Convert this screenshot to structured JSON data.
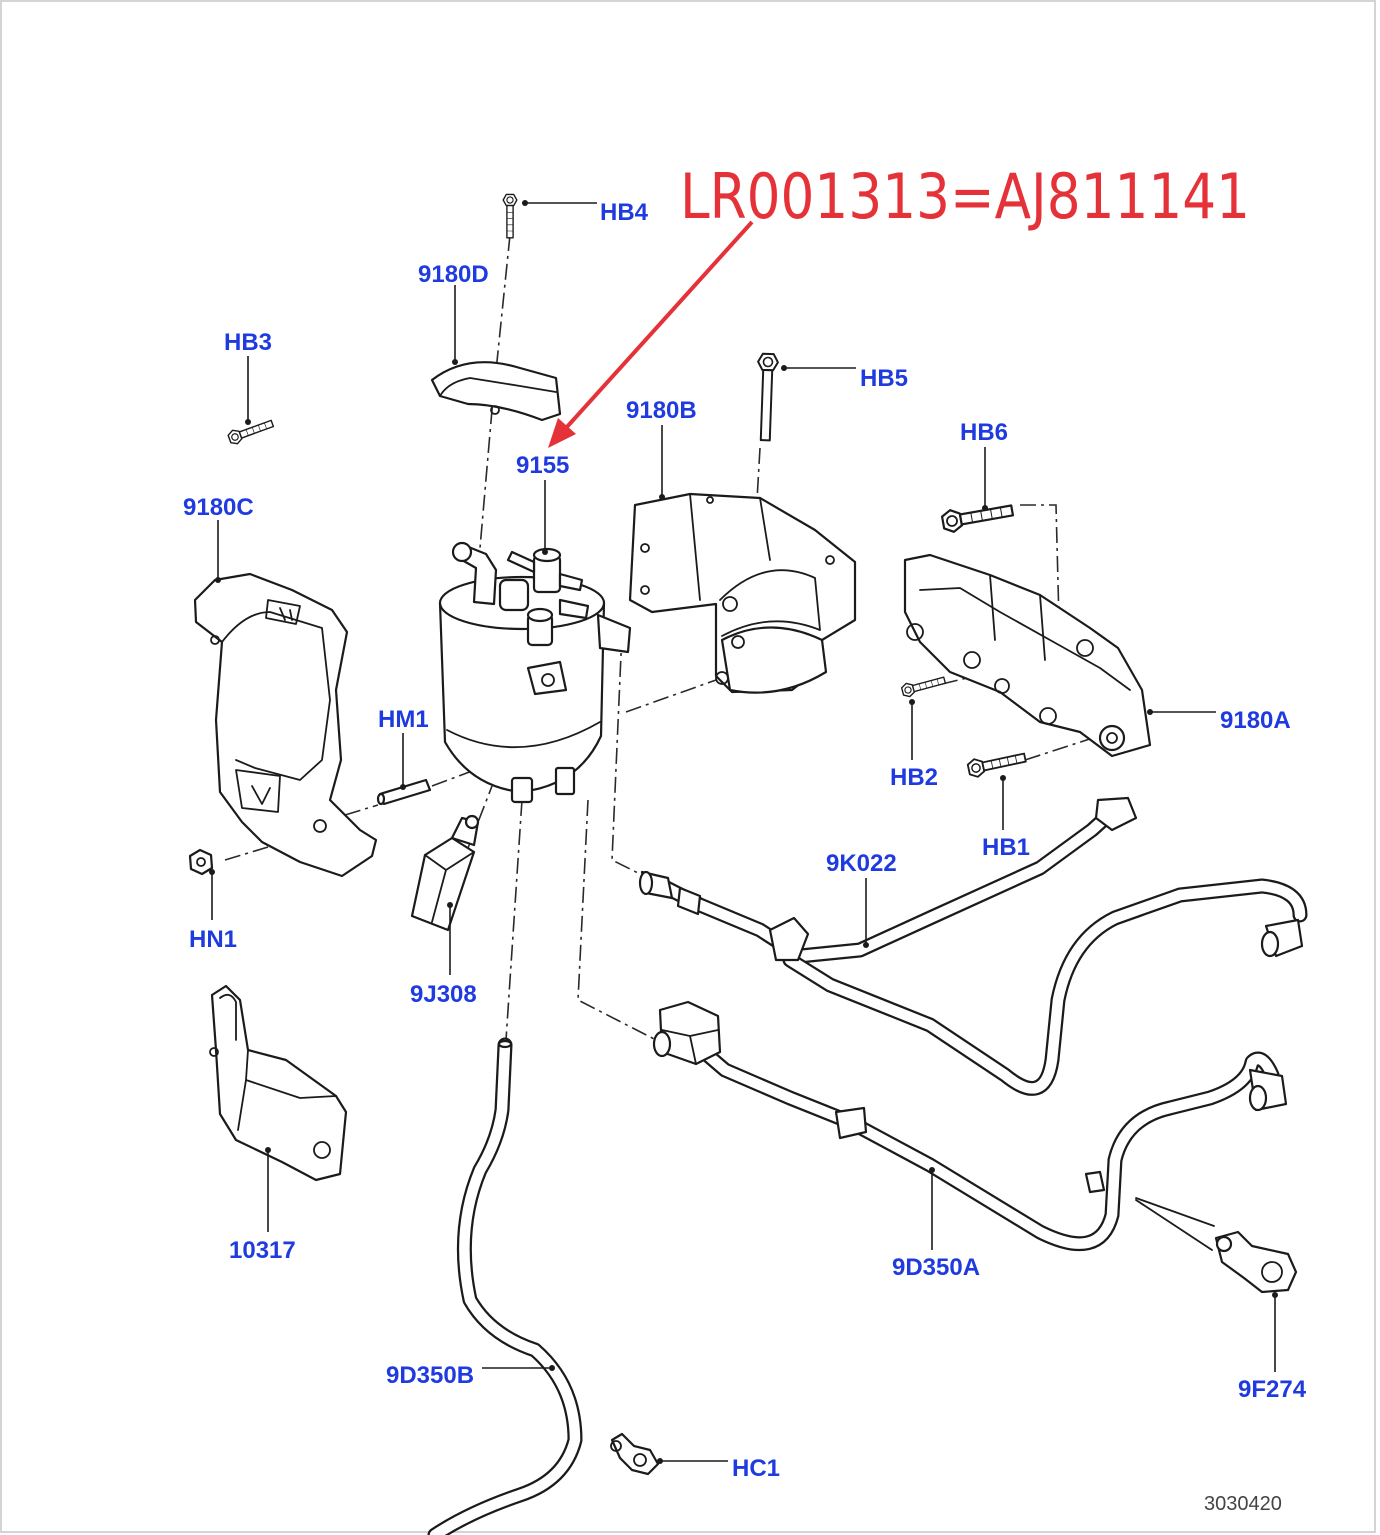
{
  "annotation": {
    "text": "LR001313=AJ811141",
    "color": "#e53238"
  },
  "label_color": "#1f3be0",
  "callouts": {
    "hb4": "HB4",
    "p9180d": "9180D",
    "hb3": "HB3",
    "hb5": "HB5",
    "p9180b": "9180B",
    "hb6": "HB6",
    "p9155": "9155",
    "p9180c": "9180C",
    "hm1": "HM1",
    "p9180a": "9180A",
    "hb2": "HB2",
    "hb1": "HB1",
    "p9k022": "9K022",
    "hn1": "HN1",
    "p9j308": "9J308",
    "p10317": "10317",
    "p9d350a": "9D350A",
    "p9f274": "9F274",
    "p9d350b": "9D350B",
    "hc1": "HC1"
  },
  "diagram_number": "3030420"
}
